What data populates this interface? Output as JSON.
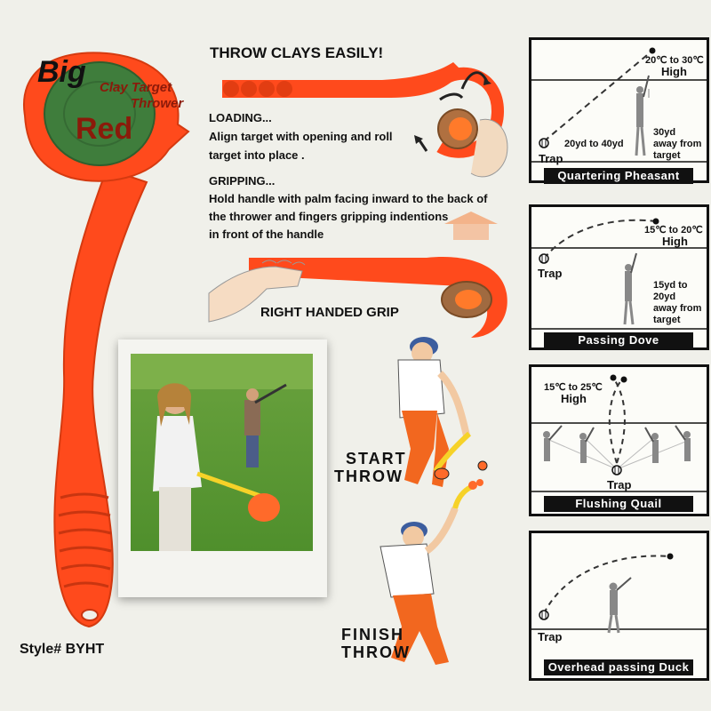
{
  "product": {
    "title_big": "Big",
    "title_clay": "Clay Target",
    "title_thrower": "Thrower",
    "title_red": "Red",
    "style_code": "Style# BYHT",
    "brand_color": "#ff4a1c"
  },
  "instructions": {
    "headline": "THROW CLAYS EASILY!",
    "loading_title": "LOADING...",
    "loading_line1": "Align target with opening and roll",
    "loading_line2": "target into place .",
    "gripping_title": "GRIPPING...",
    "gripping_line1": "Hold handle with palm facing inward to the back of",
    "gripping_line2": "the thrower and fingers gripping indentions",
    "gripping_line3": "in front of the handle",
    "grip_caption": "RIGHT HANDED GRIP"
  },
  "throw_steps": {
    "start_1": "START",
    "start_2": "THROW",
    "finish_1": "FINISH",
    "finish_2": "THROW"
  },
  "panels": {
    "quartering": {
      "caption": "Quartering  Pheasant",
      "temp": "20℃ to 30℃",
      "height": "High",
      "trap": "Trap",
      "range": "20yd to 40yd",
      "dist1": "30yd",
      "dist2": "away  from",
      "dist3": "target"
    },
    "passing_dove": {
      "caption": "Passing  Dove",
      "temp": "15℃ to 20℃",
      "height": "High",
      "trap": "Trap",
      "dist1": "15yd to",
      "dist2": "20yd",
      "dist3": "away  from",
      "dist4": "target"
    },
    "flushing_quail": {
      "caption": "Flushing  Quail",
      "temp": "15℃ to 25℃",
      "height": "High",
      "trap": "Trap"
    },
    "overhead_duck": {
      "caption": "Overhead passing Duck",
      "trap": "Trap"
    }
  }
}
